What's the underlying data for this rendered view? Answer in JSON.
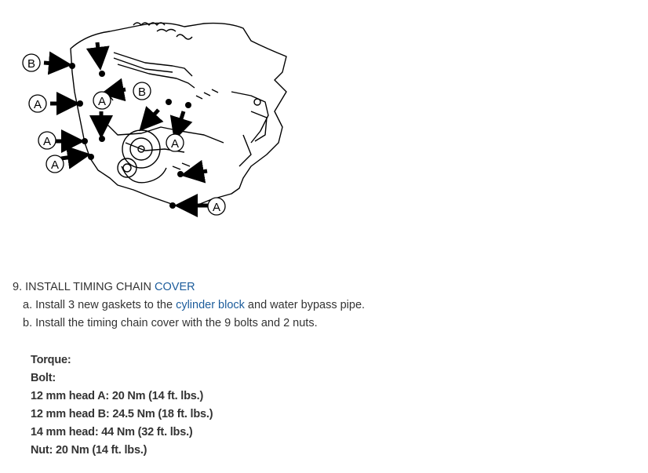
{
  "diagram": {
    "callouts": [
      "B",
      "A",
      "A",
      "A",
      "B",
      "A",
      "A",
      "A"
    ]
  },
  "step": {
    "title_prefix": "9. INSTALL TIMING CHAIN ",
    "title_link": "COVER",
    "a_prefix": "a. Install 3 new gaskets to the ",
    "a_link": "cylinder block",
    "a_suffix": " and water bypass pipe.",
    "b_text": "b. Install the timing chain cover with the 9 bolts and 2 nuts."
  },
  "specs": {
    "torque_label": "Torque:",
    "bolt_label": "Bolt:",
    "line1": "12 mm head A: 20 Nm (14 ft. lbs.)",
    "line2": "12 mm head B: 24.5 Nm (18 ft. lbs.)",
    "line3": "14 mm head: 44 Nm (32 ft. lbs.)",
    "line4": "Nut: 20 Nm (14 ft. lbs.)"
  },
  "colors": {
    "link": "#1c5c9b",
    "text": "#333333"
  }
}
